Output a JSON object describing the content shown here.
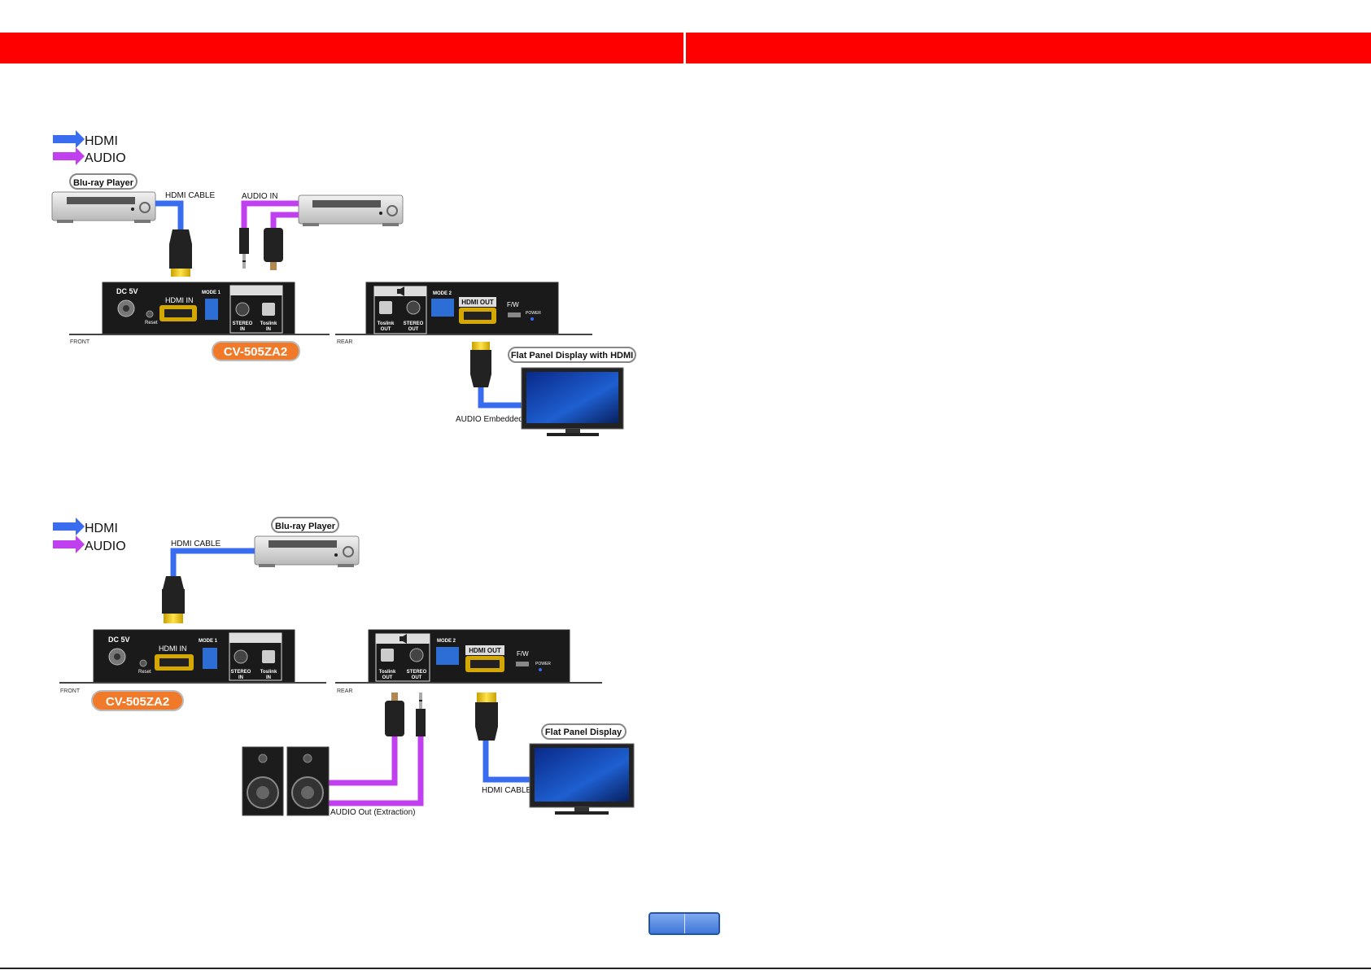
{
  "colors": {
    "header_bar": "#ff0000",
    "hdmi_arrow": "#3a6cf0",
    "audio_arrow": "#c040f0",
    "device_body": "#1a1a1a",
    "model_badge": "#f07a2a"
  },
  "diagram1": {
    "legend": {
      "hdmi": "HDMI",
      "audio": "AUDIO"
    },
    "source_label": "Blu-ray Player",
    "hdmi_cable_label": "HDMI CABLE",
    "audio_in_label": "AUDIO IN",
    "front": {
      "side_label": "FRONT",
      "dc": "DC 5V",
      "reset": "Reset",
      "hdmi_in": "HDMI IN",
      "mode": "MODE 1",
      "stereo_in_1": "STEREO",
      "stereo_in_2": "IN",
      "toslink_in_1": "Toslink",
      "toslink_in_2": "IN"
    },
    "rear": {
      "side_label": "REAR",
      "toslink_out_1": "Toslink",
      "toslink_out_2": "OUT",
      "stereo_out_1": "STEREO",
      "stereo_out_2": "OUT",
      "mode": "MODE 2",
      "hdmi_out": "HDMI OUT",
      "fw": "F/W",
      "power": "POWER"
    },
    "model": "CV-505ZA2",
    "display_label": "Flat Panel Display with HDMI",
    "audio_embedded": "AUDIO Embedded"
  },
  "diagram2": {
    "legend": {
      "hdmi": "HDMI",
      "audio": "AUDIO"
    },
    "source_label": "Blu-ray Player",
    "hdmi_cable_label": "HDMI CABLE",
    "front": {
      "side_label": "FRONT",
      "dc": "DC 5V",
      "reset": "Reset",
      "hdmi_in": "HDMI IN",
      "mode": "MODE 1",
      "stereo_in_1": "STEREO",
      "stereo_in_2": "IN",
      "toslink_in_1": "Toslink",
      "toslink_in_2": "IN"
    },
    "rear": {
      "side_label": "REAR",
      "toslink_out_1": "Toslink",
      "toslink_out_2": "OUT",
      "stereo_out_1": "STEREO",
      "stereo_out_2": "OUT",
      "mode": "MODE 2",
      "hdmi_out": "HDMI OUT",
      "fw": "F/W",
      "power": "POWER"
    },
    "model": "CV-505ZA2",
    "display_label": "Flat Panel Display",
    "display_cable_label": "HDMI CABLE",
    "audio_out_label": "AUDIO Out (Extraction)"
  }
}
